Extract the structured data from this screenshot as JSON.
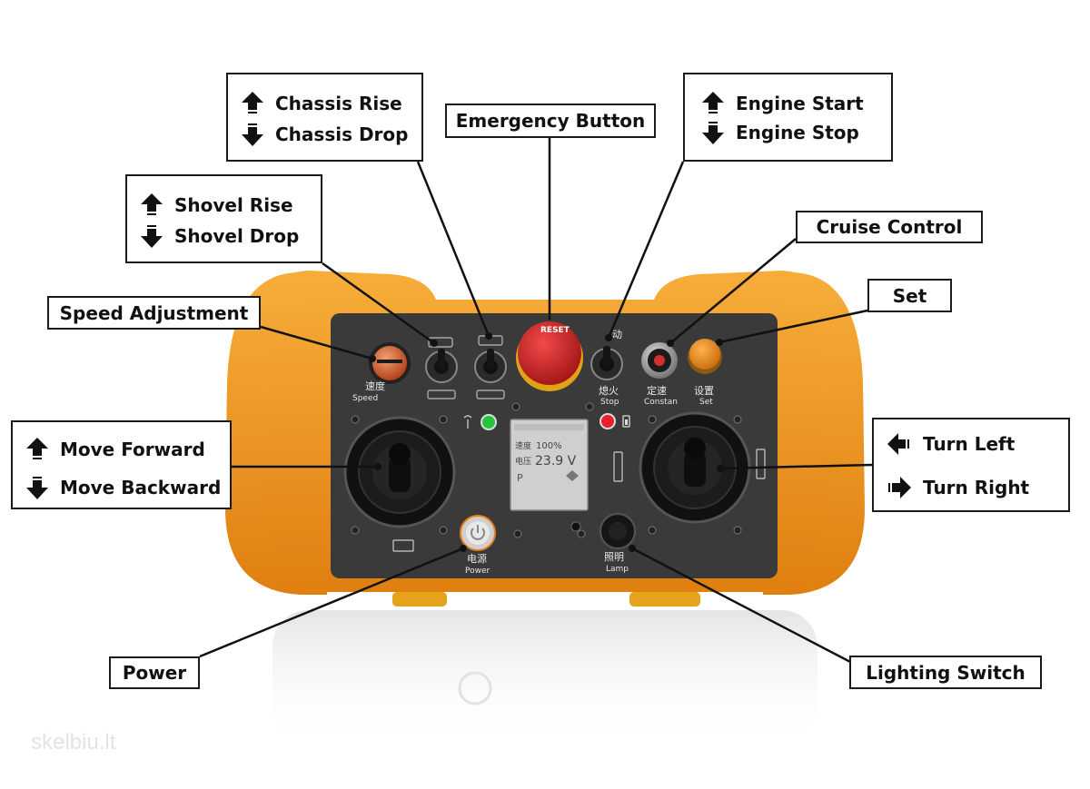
{
  "callouts": {
    "chassis": {
      "line1": "Chassis Rise",
      "line2": "Chassis Drop"
    },
    "emergency": "Emergency Button",
    "engine": {
      "line1": "Engine Start",
      "line2": "Engine Stop"
    },
    "shovel": {
      "line1": "Shovel Rise",
      "line2": "Shovel Drop"
    },
    "cruise": "Cruise Control",
    "speed": "Speed Adjustment",
    "set": "Set",
    "move": {
      "line1": "Move Forward",
      "line2": "Move Backward"
    },
    "turn": {
      "line1": "Turn Left",
      "line2": "Turn Right"
    },
    "power": "Power",
    "lighting": "Lighting Switch"
  },
  "panel": {
    "speed_cn": "速度",
    "speed_en": "Speed",
    "stop_cn": "熄火",
    "stop_en": "Stop",
    "constan_cn": "定速",
    "constan_en": "Constan",
    "set_cn": "设置",
    "set_en": "Set",
    "power_cn": "电源",
    "power_en": "Power",
    "lamp_cn": "照明",
    "lamp_en": "Lamp",
    "dong": "动",
    "estop_text": "RESET"
  },
  "display": {
    "row1_label": "速度",
    "row1_value": "100%",
    "row2_label": "电压",
    "row2_value": "23.9 V",
    "gear": "P"
  },
  "colors": {
    "housing": "#f39a1e",
    "panel": "#3a3a3a",
    "estop": "#d42a2a",
    "led_green": "#27c43b",
    "led_red": "#e8222a"
  },
  "watermark": "skelbiu.lt"
}
